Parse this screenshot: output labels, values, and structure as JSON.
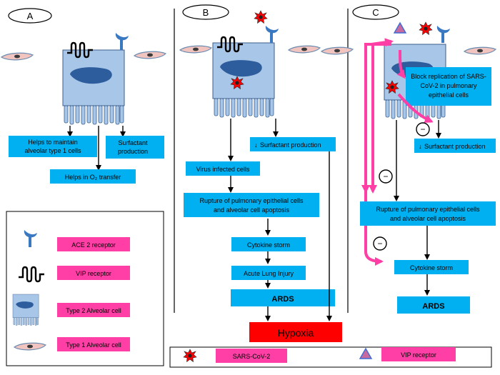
{
  "panels": {
    "a": {
      "label": "A"
    },
    "b": {
      "label": "B"
    },
    "c": {
      "label": "C"
    }
  },
  "panel_a": {
    "maintain_line1": "Helps to  maintain",
    "maintain_line2": "alveolar type 1 cells",
    "surfactant_line1": "Surfactant",
    "surfactant_line2": "production",
    "o2_transfer": "Helps in O₂ transfer"
  },
  "panel_b": {
    "surfactant": "Surfactant production",
    "virus_infected": "Virus infected cells",
    "rupture_line1": "Rupture of pulmonary epithelial cells",
    "rupture_line2": "and alveolar cell apoptosis",
    "cytokine": "Cytokine storm",
    "acute_lung": "Acute Lung Injury",
    "ards": "ARDS",
    "hypoxia": "Hypoxia"
  },
  "panel_c": {
    "block_line1": "Block replication of SARS-",
    "block_line2": "CoV-2 in pulmonary",
    "block_line3": "epithelial cells",
    "surfactant": "Surfactant production",
    "rupture_line1": "Rupture of pulmonary epithelial cells",
    "rupture_line2": "and alveolar cell apoptosis",
    "cytokine": "Cytokine storm",
    "ards": "ARDS",
    "minus": "−"
  },
  "legend": {
    "ace2": "ACE 2 receptor",
    "vip": "VIP receptor",
    "type2": "Type 2 Alveolar cell",
    "type1": "Type 1 Alveolar cell"
  },
  "bottom_legend": {
    "sars": "SARS-CoV-2",
    "vip": "VIP receptor"
  },
  "colors": {
    "box_fill": "#00b0f0",
    "label_fill": "#ff3fa5",
    "hypoxia_fill": "#ff0000",
    "cell_fill": "#a8c6e8",
    "nucleus_fill": "#2e5d9e",
    "inhibition_arrow": "#ff3fa5",
    "virus_fill": "#ff0000"
  }
}
